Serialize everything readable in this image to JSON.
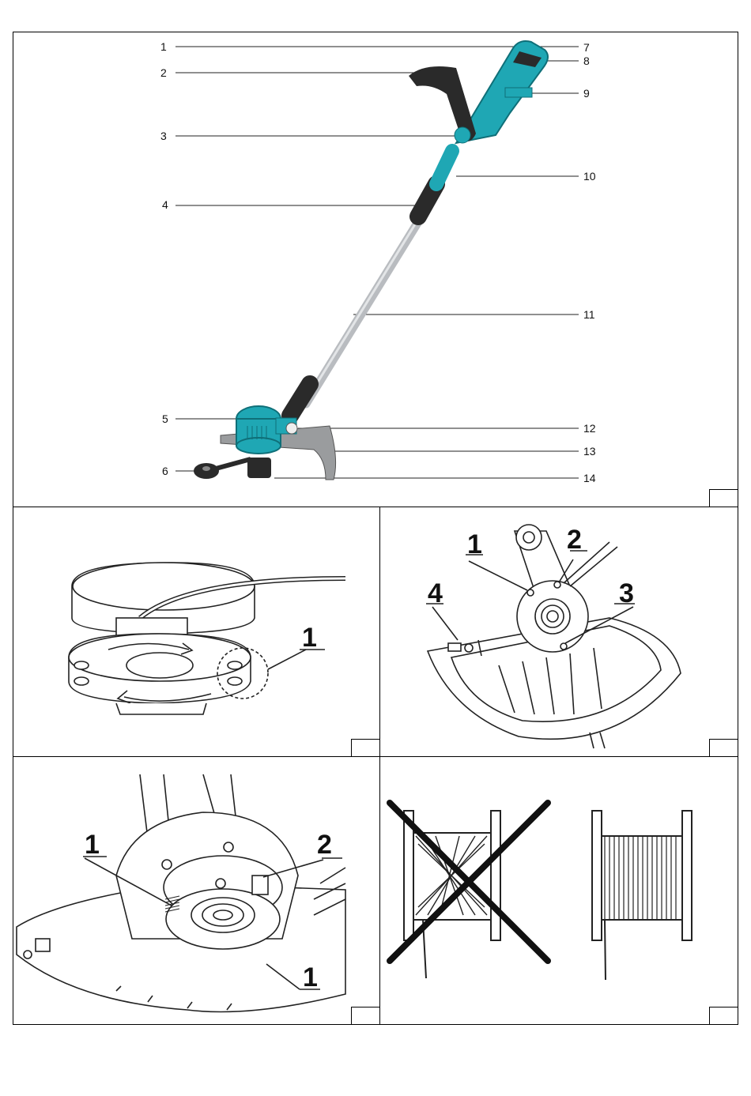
{
  "figure1": {
    "callouts_left": [
      "1",
      "2",
      "3",
      "4",
      "5",
      "6"
    ],
    "callouts_right": [
      "7",
      "8",
      "9",
      "10",
      "11",
      "12",
      "13",
      "14"
    ],
    "colors": {
      "accent": "#1fa7b4",
      "dark": "#2a2a2a",
      "metal": "#b9bcc0"
    }
  },
  "figure2": {
    "label": "1"
  },
  "figure3": {
    "labels": [
      "1",
      "2",
      "3",
      "4"
    ]
  },
  "figure4": {
    "labels": [
      "1",
      "2",
      "1"
    ]
  },
  "figure5": {
    "wrong_icon": "cross-icon"
  }
}
